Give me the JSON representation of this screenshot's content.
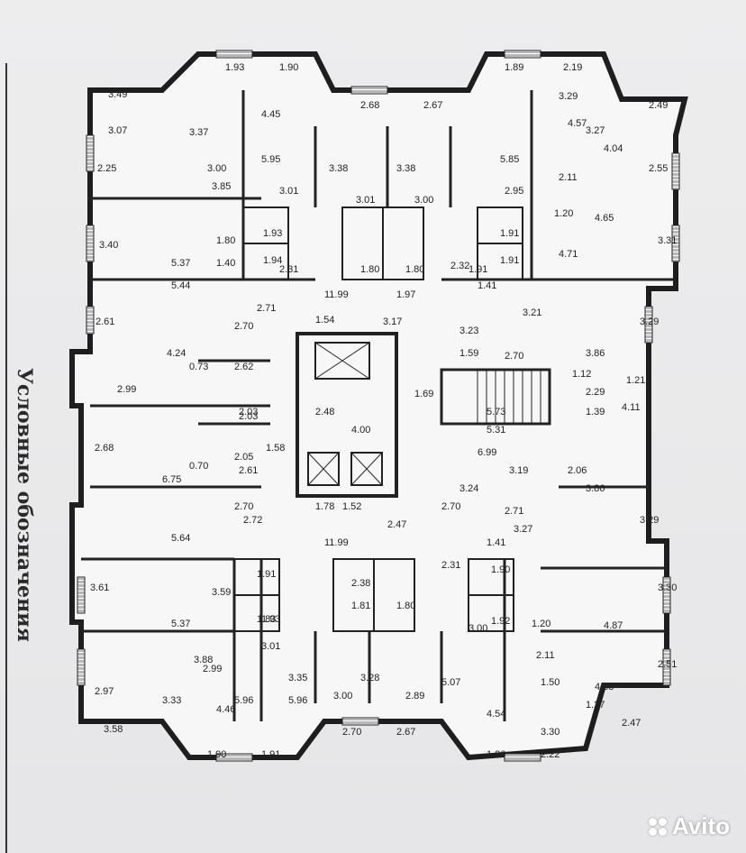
{
  "legend": {
    "title": "Условные обозначения"
  },
  "watermark": {
    "brand": "Avito"
  },
  "dims": [
    "3.49",
    "1.93",
    "1.90",
    "1.89",
    "2.19",
    "2.49",
    "3.07",
    "3.37",
    "4.45",
    "5.95",
    "5.85",
    "4.57",
    "3.29",
    "3.27",
    "4.04",
    "2.55",
    "2.25",
    "3.00",
    "3.85",
    "2.68",
    "2.67",
    "2.95",
    "2.11",
    "3.01",
    "3.38",
    "3.01",
    "3.38",
    "3.00",
    "1.20",
    "4.65",
    "3.40",
    "1.80",
    "1.93",
    "1.91",
    "1.91",
    "3.31",
    "5.37",
    "1.40",
    "1.94",
    "1.80",
    "1.80",
    "1.91",
    "4.71",
    "5.44",
    "2.31",
    "11.99",
    "1.97",
    "2.32",
    "1.41",
    "3.21",
    "2.61",
    "2.71",
    "2.70",
    "1.54",
    "3.17",
    "3.23",
    "1.59",
    "2.70",
    "3.86",
    "3.29",
    "4.24",
    "0.73",
    "2.62",
    "2.03",
    "1.12",
    "2.29",
    "1.21",
    "2.99",
    "2.03",
    "2.48",
    "4.00",
    "1.69",
    "5.73",
    "1.39",
    "4.11",
    "2.68",
    "2.05",
    "5.31",
    "6.99",
    "2.06",
    "6.75",
    "0.70",
    "2.61",
    "1.58",
    "3.24",
    "3.19",
    "3.86",
    "3.29",
    "2.70",
    "2.72",
    "2.71",
    "3.27",
    "1.52",
    "1.78",
    "2.70",
    "5.64",
    "11.99",
    "2.47",
    "2.31",
    "1.41",
    "1.90",
    "3.61",
    "3.59",
    "1.91",
    "1.83",
    "1.81",
    "1.80",
    "1.92",
    "4.87",
    "3.30",
    "5.37",
    "1.93",
    "2.38",
    "3.00",
    "1.20",
    "2.11",
    "3.88",
    "2.99",
    "3.01",
    "3.35",
    "3.28",
    "5.07",
    "5.96",
    "1.50",
    "4.83",
    "2.51",
    "2.97",
    "3.33",
    "4.46",
    "5.96",
    "3.00",
    "2.89",
    "4.54",
    "3.30",
    "2.47",
    "3.58",
    "1.90",
    "1.91",
    "2.70",
    "2.67",
    "1.86",
    "2.22",
    "1.27"
  ]
}
